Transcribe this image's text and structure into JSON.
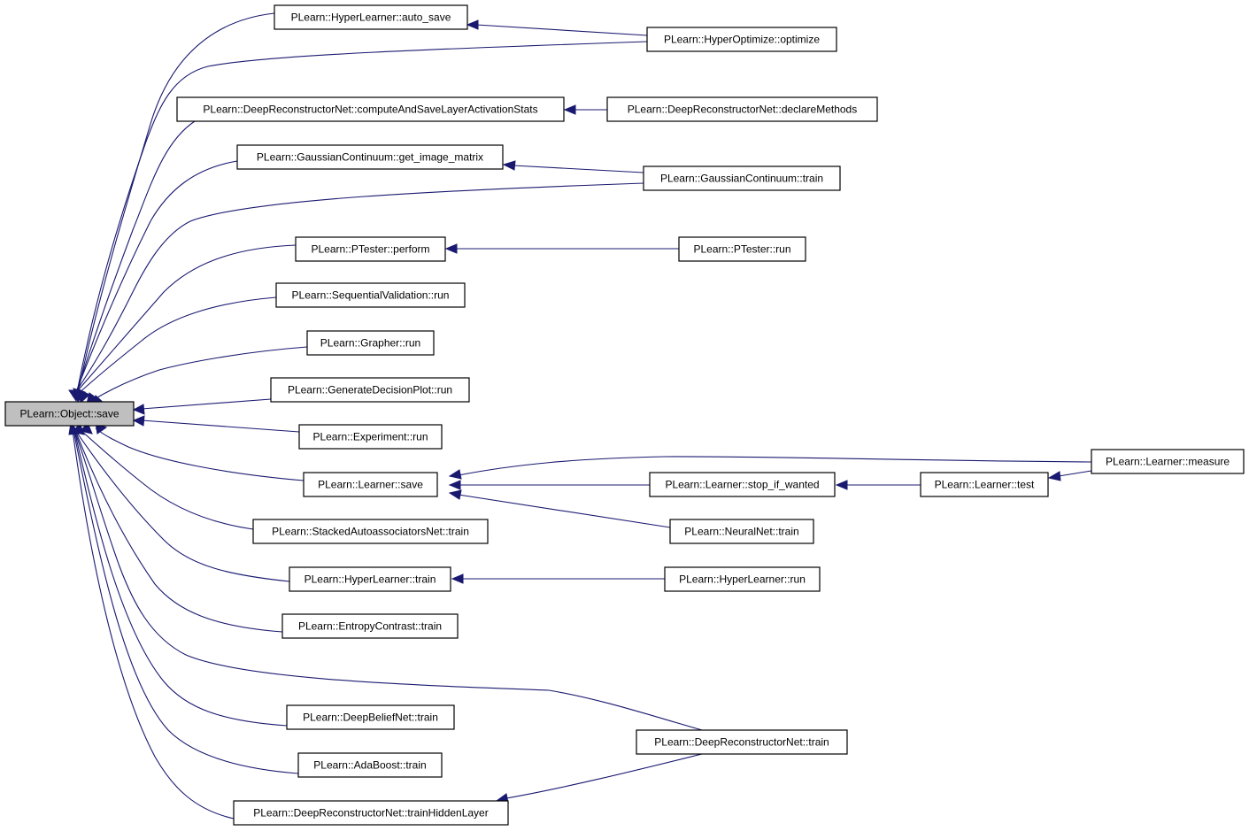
{
  "diagram": {
    "nodes": {
      "save_root": "PLearn::Object::save",
      "auto_save": "PLearn::HyperLearner::auto_save",
      "hyper_optimize": "PLearn::HyperOptimize::optimize",
      "drn_compute": "PLearn::DeepReconstructorNet::computeAndSaveLayerActivationStats",
      "drn_declare": "PLearn::DeepReconstructorNet::declareMethods",
      "gc_get_image": "PLearn::GaussianContinuum::get_image_matrix",
      "gc_train": "PLearn::GaussianContinuum::train",
      "ptester_perform": "PLearn::PTester::perform",
      "ptester_run": "PLearn::PTester::run",
      "seqval_run": "PLearn::SequentialValidation::run",
      "grapher_run": "PLearn::Grapher::run",
      "gdp_run": "PLearn::GenerateDecisionPlot::run",
      "experiment_run": "PLearn::Experiment::run",
      "learner_save": "PLearn::Learner::save",
      "learner_measure": "PLearn::Learner::measure",
      "learner_stop": "PLearn::Learner::stop_if_wanted",
      "learner_test": "PLearn::Learner::test",
      "neuralnet_train": "PLearn::NeuralNet::train",
      "sae_train": "PLearn::StackedAutoassociatorsNet::train",
      "hl_train": "PLearn::HyperLearner::train",
      "hl_run": "PLearn::HyperLearner::run",
      "ec_train": "PLearn::EntropyContrast::train",
      "dbn_train": "PLearn::DeepBeliefNet::train",
      "drn_train": "PLearn::DeepReconstructorNet::train",
      "adaboost_train": "PLearn::AdaBoost::train",
      "drn_hidden": "PLearn::DeepReconstructorNet::trainHiddenLayer"
    }
  },
  "colors": {
    "edge": "#191970",
    "root_fill": "#bfbfbf",
    "node_fill": "#ffffff",
    "border": "#000000"
  }
}
